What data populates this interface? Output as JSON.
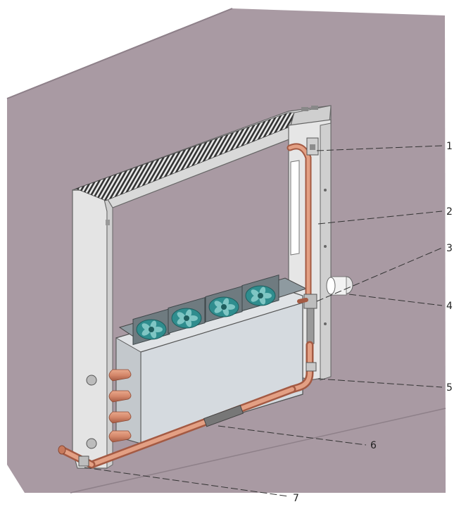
{
  "colors": {
    "wall": "#a99aa3",
    "wall_edge": "#8e8089",
    "floor": "#ffffff",
    "unit_frame": "#e6e6e6",
    "unit_shadow": "#bdbdbd",
    "grille": "#3a3a3a",
    "fan": "#2f8d8e",
    "fan_light": "#7fc6c4",
    "pipe": "#d4876a",
    "pipe_dark": "#a45a43",
    "leader": "#333333"
  },
  "callouts": [
    {
      "id": "1",
      "label": "1",
      "target": "pipe-upper-elbow"
    },
    {
      "id": "2",
      "label": "2",
      "target": "vertical-copper-pipe"
    },
    {
      "id": "3",
      "label": "3",
      "target": "pipe-valve-joint"
    },
    {
      "id": "4",
      "label": "4",
      "target": "wall-pipe-sleeve"
    },
    {
      "id": "5",
      "label": "5",
      "target": "lower-right-elbow"
    },
    {
      "id": "6",
      "label": "6",
      "target": "horizontal-copper-pipe"
    },
    {
      "id": "7",
      "label": "7",
      "target": "pipe-end-outlet"
    }
  ],
  "fans": [
    {
      "name": "fan-1"
    },
    {
      "name": "fan-2"
    },
    {
      "name": "fan-3"
    },
    {
      "name": "fan-4"
    }
  ]
}
